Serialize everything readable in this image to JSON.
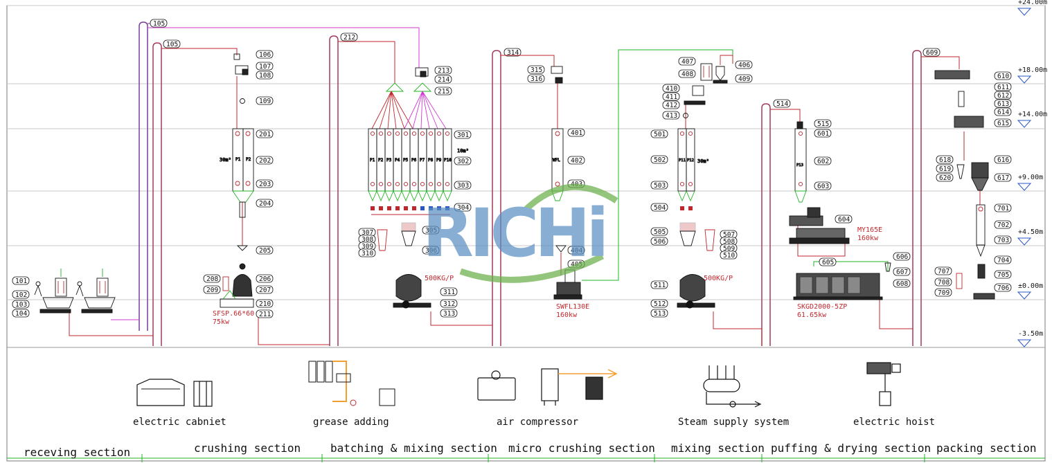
{
  "levels": [
    "+24.00m",
    "+18.00m",
    "+14.00m",
    "+9.00m",
    "+4.50m",
    "±0.00m",
    "-3.50m"
  ],
  "elevators": [
    "105",
    "105",
    "212",
    "314",
    "514",
    "609"
  ],
  "equipment_labels": {
    "crusher": [
      "SFSP.66*60",
      "75kw"
    ],
    "mixer_1": "500KG/P",
    "micro_mill": [
      "SWFL130E",
      "160kw"
    ],
    "mixer_2": "500KG/P",
    "extruder": [
      "MY165E",
      "160kw"
    ],
    "dryer": [
      "SKGD2000-5ZP",
      "61.65kw"
    ]
  },
  "tags": {
    "receiving": [
      "101",
      "102",
      "103",
      "104"
    ],
    "crushing": [
      "106",
      "107",
      "108",
      "109",
      "201",
      "202",
      "203",
      "204",
      "205",
      "206",
      "207",
      "208",
      "209",
      "210",
      "211"
    ],
    "batching": [
      "213",
      "214",
      "215",
      "301",
      "302",
      "303",
      "304",
      "305",
      "306",
      "307",
      "308",
      "309",
      "310",
      "311",
      "312",
      "313"
    ],
    "micro": [
      "315",
      "316",
      "401",
      "402",
      "403",
      "404",
      "405"
    ],
    "mixing_top": [
      "406",
      "407",
      "408",
      "409",
      "410",
      "411",
      "412",
      "413"
    ],
    "mixing": [
      "501",
      "502",
      "503",
      "504",
      "505",
      "506",
      "507",
      "508",
      "509",
      "510",
      "511",
      "512",
      "513"
    ],
    "puffing": [
      "515",
      "601",
      "602",
      "603",
      "604",
      "605",
      "606",
      "607",
      "608"
    ],
    "packing": [
      "610",
      "611",
      "612",
      "613",
      "614",
      "615",
      "616",
      "617",
      "618",
      "619",
      "620",
      "701",
      "702",
      "703",
      "704",
      "705",
      "706",
      "707",
      "708",
      "709"
    ]
  },
  "bin_labels": {
    "crush_bins": [
      "P1",
      "P2"
    ],
    "crush_capacity": "30m³",
    "batch_bins": [
      "P1",
      "P2",
      "P3",
      "P4",
      "P5",
      "P6",
      "P7",
      "P8",
      "P9",
      "P10"
    ],
    "batch_capacity": "10m³",
    "micro_mill_label": "WFL",
    "mix_bins": [
      "P11",
      "P12"
    ],
    "mix_capacity": "30m³",
    "puff_bin": "P13"
  },
  "watermark": "RICHi",
  "auxiliary": [
    "electric cabniet",
    "grease adding",
    "air compressor",
    "Steam supply system",
    "electric hoist"
  ],
  "sections": [
    "receving section",
    "crushing section",
    "batching & mixing section",
    "micro crushing section",
    "mixing section",
    "puffing & drying section",
    "packing section"
  ],
  "colors": {
    "red_line": "#c0272d",
    "magenta_line": "#d23ad2",
    "purple_line": "#7a3a9a",
    "green_line": "#22b322",
    "orange_pipe": "#f0a030",
    "watermark_blue": "#5b8fc4",
    "watermark_green": "#6ab04c"
  }
}
